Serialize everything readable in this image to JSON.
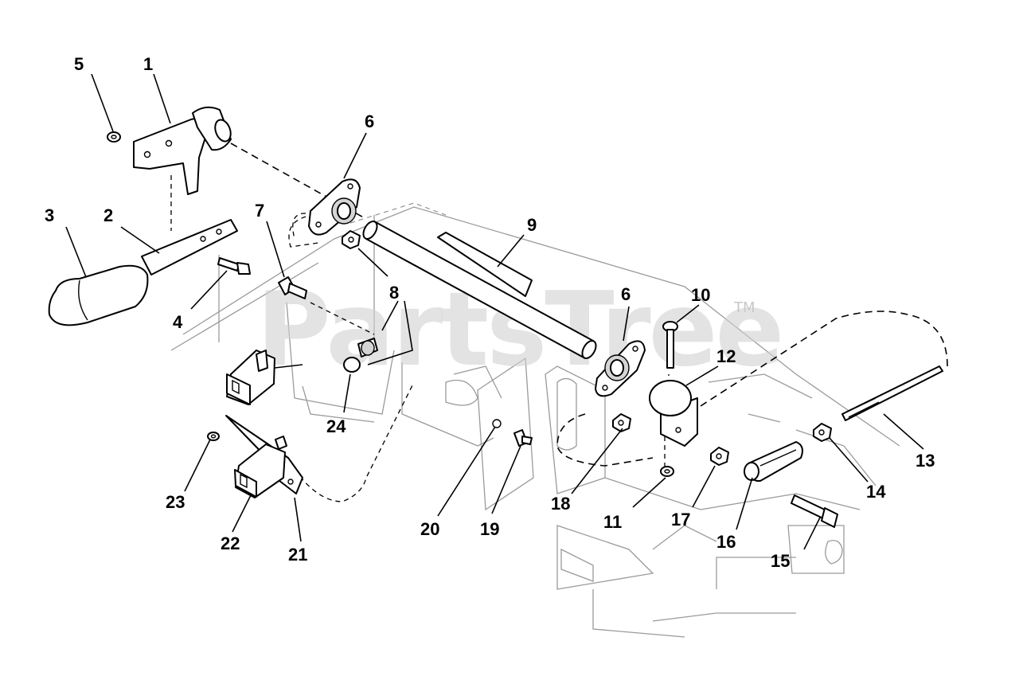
{
  "watermark": {
    "text": "PartsTree",
    "tm": "TM"
  },
  "callouts": [
    "1",
    "2",
    "3",
    "4",
    "5",
    "6",
    "6",
    "7",
    "8",
    "9",
    "10",
    "11",
    "12",
    "13",
    "14",
    "15",
    "16",
    "17",
    "18",
    "19",
    "20",
    "21",
    "22",
    "23",
    "24"
  ]
}
